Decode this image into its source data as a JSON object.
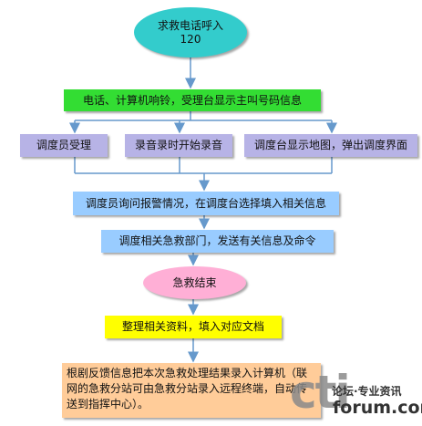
{
  "colors": {
    "cyan": "#33cccc",
    "green": "#33dd33",
    "lavender": "#b7b3e6",
    "lightblue": "#99ccff",
    "pink": "#ffafd6",
    "yellow": "#ffff00",
    "peach": "#ffcc99",
    "arrow": "#6699cc"
  },
  "flow": {
    "start_line1": "求救电话呼入",
    "start_line2": "120",
    "ring": "电话、计算机响铃，受理台显示主叫号码信息",
    "branch_accept": "调度员受理",
    "branch_record": "录音录时开始录音",
    "branch_map": "调度台显示地图，弹出调度界面",
    "inquiry": "调度员询问报警情况，在调度台选择填入相关信息",
    "dispatch": "调度相关急救部门，发送有关信息及命令",
    "end": "急救结束",
    "archive": "整理相关资料，填入对应文档",
    "feedback": "根剧反馈信息把本次急救处理结果录入计算机（联网的急救分站可由急救分站录入远程终端，自动传送到指挥中心）。"
  },
  "watermark": {
    "logo_text": "cti",
    "tagline": "论坛·专业资讯",
    "site": "forum.com"
  }
}
